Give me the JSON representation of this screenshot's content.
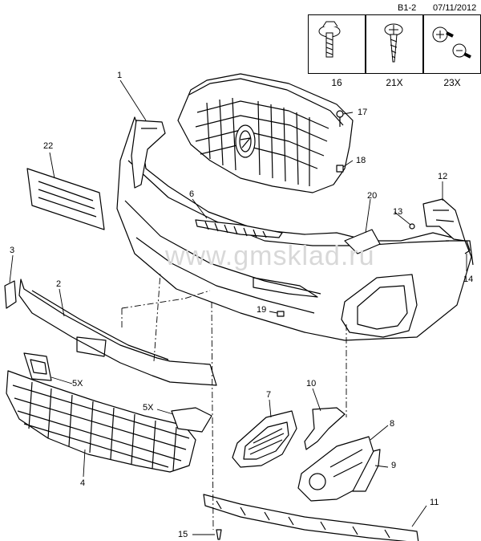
{
  "header": {
    "sheet_id": "B1-2",
    "date": "07/11/2012"
  },
  "detail_boxes": [
    {
      "label": "16"
    },
    {
      "label": "21X"
    },
    {
      "label": "23X"
    }
  ],
  "callouts": {
    "c1": "1",
    "c2": "2",
    "c3": "3",
    "c4": "4",
    "c5a": "5X",
    "c5b": "5X",
    "c6": "6",
    "c7": "7",
    "c8": "8",
    "c9": "9",
    "c10": "10",
    "c11": "11",
    "c12": "12",
    "c13": "13",
    "c14": "14",
    "c15": "15",
    "c17": "17",
    "c18": "18",
    "c19": "19",
    "c20": "20",
    "c22": "22"
  },
  "watermark": "www.gmsklad.ru"
}
